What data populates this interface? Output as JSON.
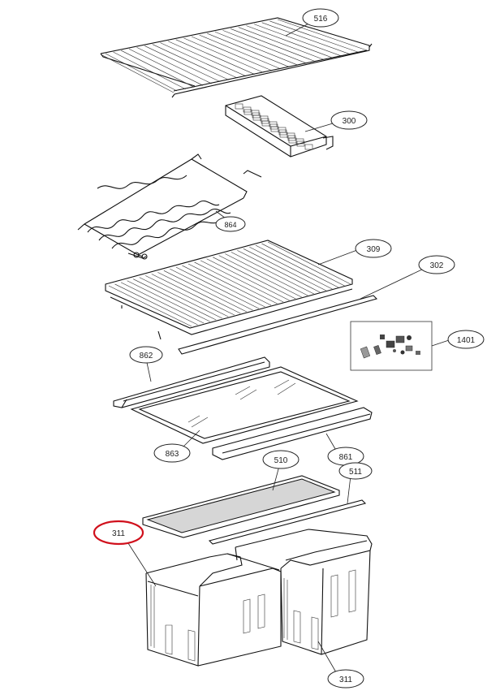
{
  "parts": [
    {
      "id": "516",
      "name": "wire-shelf-top"
    },
    {
      "id": "300",
      "name": "ice-cube-tray"
    },
    {
      "id": "864",
      "name": "bottle-rack"
    },
    {
      "id": "309",
      "name": "wire-shelf"
    },
    {
      "id": "302",
      "name": "shelf-trim-strip"
    },
    {
      "id": "1401",
      "name": "small-parts-kit"
    },
    {
      "id": "862",
      "name": "glass-shelf-front-trim"
    },
    {
      "id": "863",
      "name": "glass-shelf"
    },
    {
      "id": "861",
      "name": "glass-shelf-rear-trim"
    },
    {
      "id": "510",
      "name": "crisper-cover-panel"
    },
    {
      "id": "511",
      "name": "crisper-cover-trim"
    },
    {
      "id": "311",
      "name": "crisper-drawer"
    }
  ],
  "labels": {
    "p516": "516",
    "p300": "300",
    "p864": "864",
    "p309": "309",
    "p302": "302",
    "p1401": "1401",
    "p862": "862",
    "p863": "863",
    "p861": "861",
    "p510": "510",
    "p511": "511",
    "p311a": "311",
    "p311b": "311"
  },
  "highlight": {
    "part": "311",
    "color": "#d0101c"
  }
}
